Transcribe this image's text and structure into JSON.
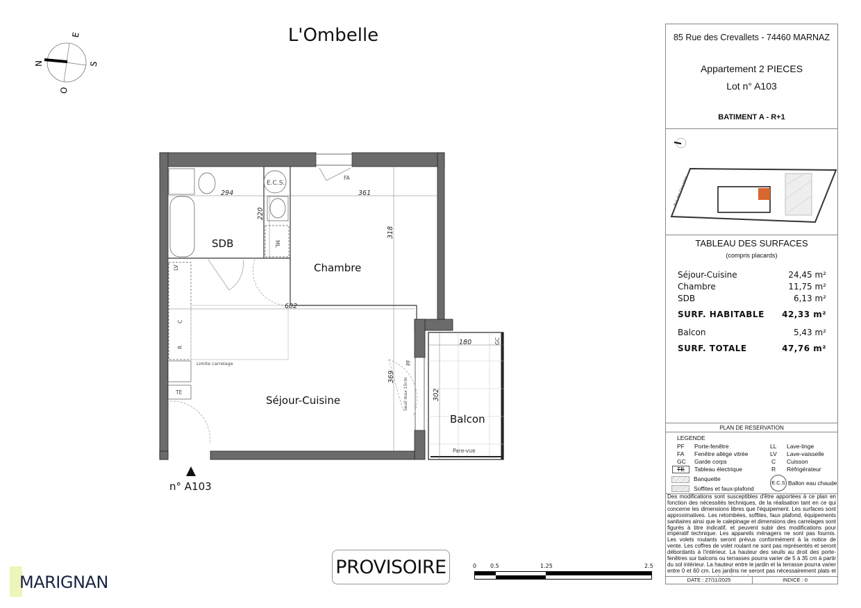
{
  "header": {
    "title": "L'Ombelle"
  },
  "compass": {
    "n": "N",
    "e": "E",
    "s": "S",
    "o": "O"
  },
  "panel": {
    "address": "85 Rue des Crevallets - 74460 MARNAZ",
    "apartment_type": "Appartement 2 PIECES",
    "lot": "Lot n° A103",
    "building": "BATIMENT A -  R+1",
    "site_street_label": "Rue des Crevallets",
    "highlight_color": "#d9662e",
    "surfaces": {
      "title": "TABLEAU DES SURFACES",
      "subtitle": "(compris placards)",
      "rows": [
        {
          "label": "Séjour-Cuisine",
          "value": "24,45  m²"
        },
        {
          "label": "Chambre",
          "value": "11,75  m²"
        },
        {
          "label": "SDB",
          "value": "6,13  m²"
        },
        {
          "label": "SURF. HABITABLE",
          "value": "42,33 m²",
          "bold": true
        },
        {
          "label": "Balcon",
          "value": "5,43  m²"
        },
        {
          "label": "SURF. TOTALE",
          "value": "47,76 m²",
          "bold": true
        }
      ]
    },
    "reservation_title": "PLAN DE RESERVATION",
    "legend": {
      "title": "LEGENDE",
      "items": [
        {
          "code": "PF",
          "label": "Porte-fenêtre"
        },
        {
          "code": "FA",
          "label": "Fenêtre allège vitrée"
        },
        {
          "code": "GC",
          "label": "Garde corps"
        },
        {
          "code": "TE",
          "label": "Tableau électrique"
        },
        {
          "code": "LL",
          "label": "Lave-linge"
        },
        {
          "code": "LV",
          "label": "Lave-vaisselle"
        },
        {
          "code": "C",
          "label": "Cuisson"
        },
        {
          "code": "R",
          "label": "Réfrigérateur"
        },
        {
          "code": "",
          "label": "Banquette"
        },
        {
          "code": "",
          "label": "Soffites et faux-plafond"
        },
        {
          "code": "E.C.S",
          "label": "Ballon eau chaude"
        }
      ]
    },
    "disclaimer": "Des modifications sont susceptibles d'être apportées à ce plan en fonction des nécessités techniques, de la réalisation tant en ce qui concerne les dimensions libres que l'équipement. Les surfaces sont approximatives. Les retombées, soffites, faux plafond, équipements sanitaires ainsi que le calepinage et dimensions des carrelages sont figurés à titre indicatif, et peuvent subir des modifications pour impératif technique. Les appareils ménagers ne sont pas fournis. Les volets roulants seront prévus conformément à la notice de vente. Les coffres de volet roulant ne sont pas représentés et seront débordants à l'intérieur. La hauteur des seuils au droit des porte-fenêtres sur balcons ou terrasses pourra varier de 5 à 35 cm à partir du sol intérieur. La hauteur entre le jardin et la terrasse pourra varier entre 0 et 60 cm. Les jardins ne seront pas nécessairement plats et pourront comporter des talus et des pentes.",
    "date": "DATE : 27/11/2025",
    "index": "INDICE : 0"
  },
  "plan": {
    "rooms": {
      "sdb": "SDB",
      "chambre": "Chambre",
      "sejour": "Séjour-Cuisine",
      "balcon": "Balcon"
    },
    "dimensions": {
      "d294": "294",
      "d361": "361",
      "d220": "220",
      "d318": "318",
      "d602": "602",
      "d369": "369",
      "d180": "180",
      "d302": "302"
    },
    "labels": {
      "ecs": "E.C.S.",
      "fa": "FA",
      "ml": "ML",
      "lv": "LV",
      "c": "C",
      "r": "R",
      "te": "TE",
      "pf": "PF",
      "gc": "GC",
      "limite": "Limite carrelage",
      "seuil": "Seuil max 15cm",
      "parevue": "Pare-vue"
    },
    "entry_lot": "n° A103"
  },
  "footer": {
    "stamp": "PROVISOIRE",
    "scale_ticks": [
      "0",
      "0.5",
      "1.25",
      "2.5"
    ],
    "brand": "MARIGNAN",
    "brand_color": "#1a2340"
  }
}
